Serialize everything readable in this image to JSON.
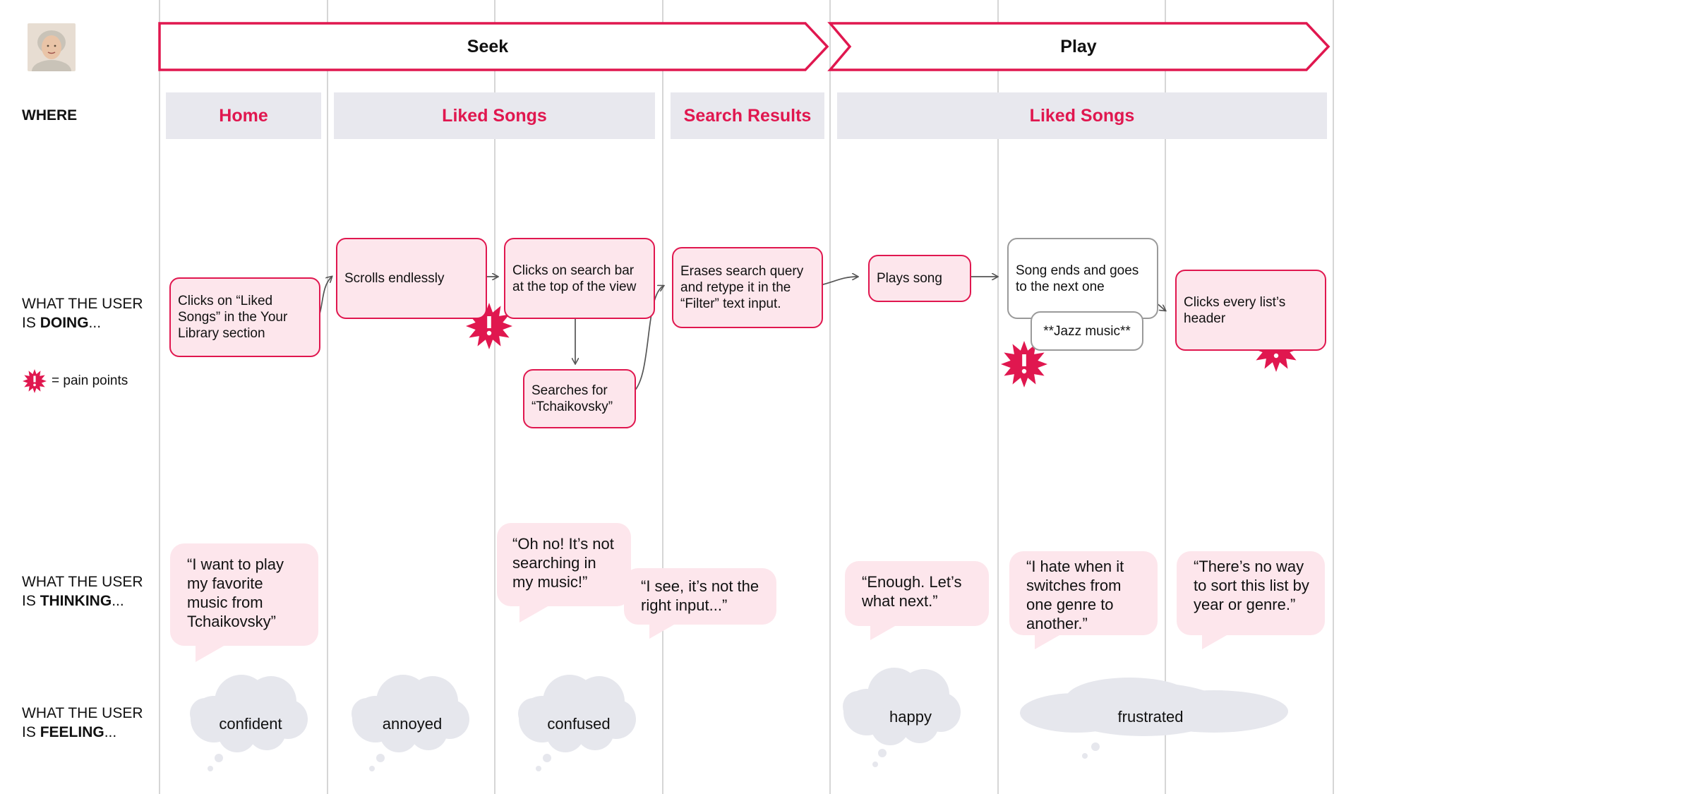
{
  "stages": [
    {
      "label": "Seek"
    },
    {
      "label": "Play"
    }
  ],
  "row_labels": {
    "where": "WHERE",
    "doing_pre": "WHAT THE USER",
    "doing_is": "IS ",
    "doing_bold": "DOING",
    "doing_post": "...",
    "thinking_pre": "WHAT THE USER",
    "thinking_is": "IS ",
    "thinking_bold": "THINKING",
    "thinking_post": "...",
    "feeling_pre": "WHAT THE USER",
    "feeling_is": "IS ",
    "feeling_bold": "FEELING",
    "feeling_post": "..."
  },
  "legend": {
    "text": "= pain points",
    "icon": "pain-point-icon"
  },
  "where": [
    "Home",
    "Liked Songs",
    "Search Results",
    "Liked Songs"
  ],
  "actions": [
    "Clicks on “Liked Songs” in the Your Library section",
    "Scrolls endlessly",
    "Clicks on search bar at the top of the view",
    "Searches for “Tchaikovsky”",
    "Erases search query and retype it in the “Filter” text input.",
    "Plays song",
    "Song ends and goes to the next one",
    "**Jazz music**",
    "Clicks every list’s header"
  ],
  "thoughts": [
    "“I want to play my favorite music from Tchaikovsky”",
    "“Oh no! It’s not searching in my music!”",
    "“I see, it’s not the right input...”",
    "“Enough. Let’s what next.”",
    "“I hate when it switches from one genre to another.”",
    "“There’s no way to sort this list by year or genre.”"
  ],
  "feelings": [
    "confident",
    "annoyed",
    "confused",
    "happy",
    "frustrated"
  ],
  "colors": {
    "accent": "#e0174f",
    "action_fill": "#fde6ec",
    "where_fill": "#e8e8ee",
    "cloud": "#e6e7ed",
    "grid": "#d6d6d6"
  }
}
